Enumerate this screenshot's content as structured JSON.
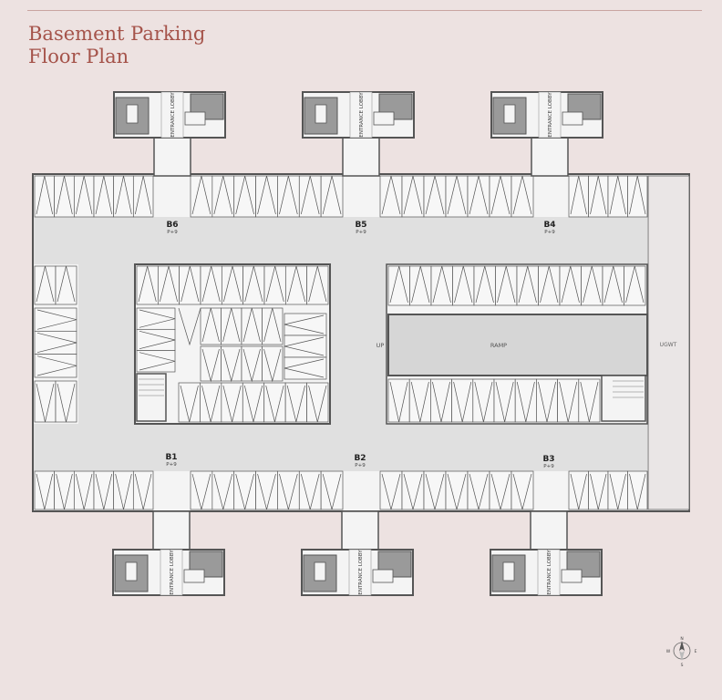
{
  "title": {
    "line1": "Basement Parking",
    "line2": "Floor Plan"
  },
  "colors": {
    "background": "#ede2e1",
    "title": "#a5534a",
    "wall": "#555555",
    "aisle": "#e1e1e1",
    "stall": "#f7f7f7",
    "stair": "#9a9a9a"
  },
  "blocks": [
    {
      "code": "B6",
      "parking": "P+9",
      "lobby": "ENTRANCE LOBBY"
    },
    {
      "code": "B5",
      "parking": "P+9",
      "lobby": "ENTRANCE LOBBY"
    },
    {
      "code": "B4",
      "parking": "P+9",
      "lobby": "ENTRANCE LOBBY"
    },
    {
      "code": "B1",
      "parking": "P+9",
      "lobby": "ENTRANCE LOBBY"
    },
    {
      "code": "B2",
      "parking": "P+9",
      "lobby": "ENTRANCE LOBBY"
    },
    {
      "code": "B3",
      "parking": "P+9",
      "lobby": "ENTRANCE LOBBY"
    }
  ],
  "labels": {
    "up": "UP",
    "ramp": "RAMP",
    "ugwt": "UGWT"
  },
  "compass": {
    "n": "N",
    "s": "S",
    "e": "E",
    "w": "W"
  }
}
